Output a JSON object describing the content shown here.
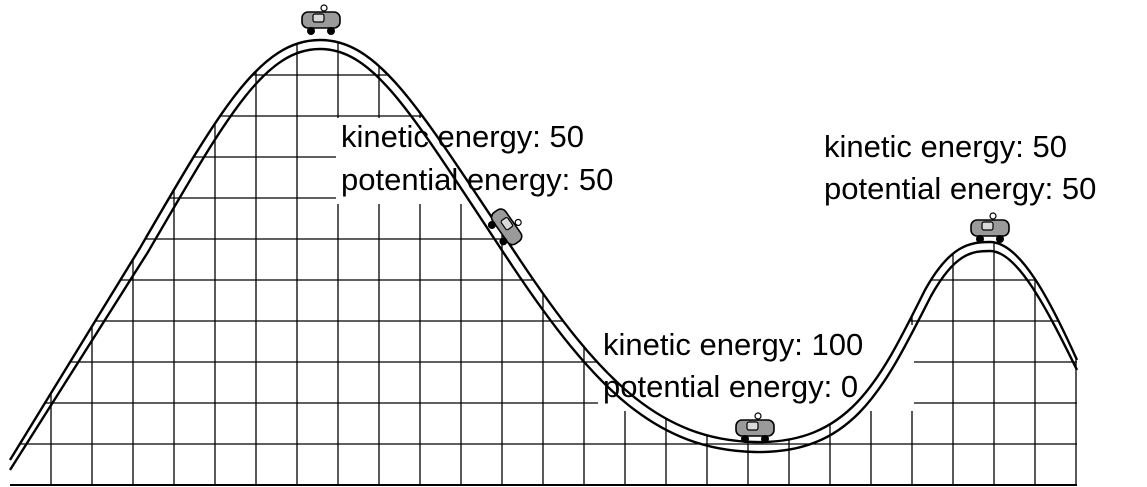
{
  "labels": {
    "top_left": {
      "kinetic": "kinetic energy: 50",
      "potential": "potential energy: 50"
    },
    "bottom": {
      "kinetic": "kinetic energy: 100",
      "potential": "potential energy: 0"
    },
    "top_right": {
      "kinetic": "kinetic energy: 50",
      "potential": "potential energy: 50"
    }
  },
  "colors": {
    "line": "#000000",
    "car": "#9a9a9a",
    "background": "#ffffff"
  },
  "icons": [
    "roller-coaster-car-icon"
  ]
}
